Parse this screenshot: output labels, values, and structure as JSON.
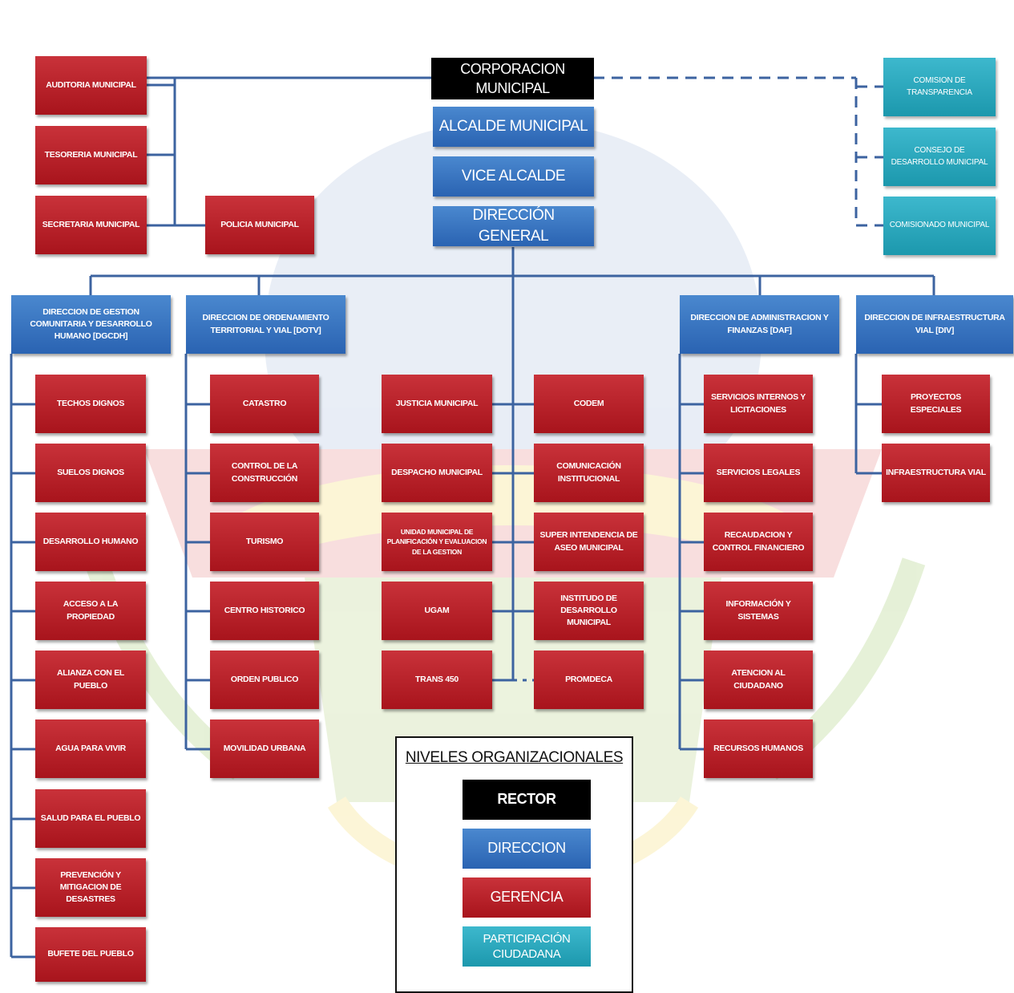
{
  "top": {
    "corporacion": "CORPORACION MUNICIPAL",
    "alcalde": "ALCALDE MUNICIPAL",
    "vice": "VICE ALCALDE",
    "direccion_general": "DIRECCIÓN GENERAL"
  },
  "left_units": {
    "auditoria": "AUDITORIA MUNICIPAL",
    "tesoreria": "TESORERIA MUNICIPAL",
    "secretaria": "SECRETARIA MUNICIPAL",
    "policia": "POLICIA MUNICIPAL"
  },
  "participation": {
    "transparencia": "COMISION DE TRANSPARENCIA",
    "consejo": "CONSEJO DE DESARROLLO MUNICIPAL",
    "comisionado": "COMISIONADO MUNICIPAL"
  },
  "directions": {
    "dgcdh": "DIRECCION DE GESTION COMUNITARIA Y DESARROLLO HUMANO [DGCDH]",
    "dotv": "DIRECCION DE ORDENAMIENTO TERRITORIAL Y VIAL [DOTV]",
    "daf": "DIRECCION DE ADMINISTRACION Y FINANZAS [DAF]",
    "div": "DIRECCION DE INFRAESTRUCTURA VIAL [DIV]"
  },
  "dgcdh_items": [
    "TECHOS DIGNOS",
    "SUELOS DIGNOS",
    "DESARROLLO HUMANO",
    "ACCESO A LA PROPIEDAD",
    "ALIANZA CON EL PUEBLO",
    "AGUA PARA VIVIR",
    "SALUD PARA EL PUEBLO",
    "PREVENCIÓN Y MITIGACION DE DESASTRES",
    "BUFETE DEL PUEBLO"
  ],
  "dotv_items": [
    "CATASTRO",
    "CONTROL DE LA CONSTRUCCIÓN",
    "TURISMO",
    "CENTRO HISTORICO",
    "ORDEN PUBLICO",
    "MOVILIDAD URBANA"
  ],
  "center_left": [
    "JUSTICIA MUNICIPAL",
    "DESPACHO MUNICIPAL",
    "UNIDAD MUNICIPAL DE PLANIFICACIÓN Y EVALUACION DE LA GESTION",
    "UGAM",
    "TRANS 450"
  ],
  "center_right": [
    "CODEM",
    "COMUNICACIÓN INSTITUCIONAL",
    "SUPER INTENDENCIA DE ASEO MUNICIPAL",
    "INSTITUDO DE DESARROLLO MUNICIPAL",
    "PROMDECA"
  ],
  "daf_items": [
    "SERVICIOS INTERNOS Y LICITACIONES",
    "SERVICIOS LEGALES",
    "RECAUDACION Y CONTROL FINANCIERO",
    "INFORMACIÓN Y SISTEMAS",
    "ATENCION AL CIUDADANO",
    "RECURSOS HUMANOS"
  ],
  "div_items": [
    "PROYECTOS ESPECIALES",
    "INFRAESTRUCTURA VIAL"
  ],
  "legend": {
    "title": "NIVELES ORGANIZACIONALES",
    "rector": "RECTOR",
    "direccion": "DIRECCION",
    "gerencia": "GERENCIA",
    "participacion": "PARTICIPACIÓN CIUDADANA"
  },
  "colors": {
    "rector": "#000000",
    "direccion": "#3574c0",
    "gerencia": "#b8202a",
    "participacion": "#2aa8bd",
    "connector": "#3c63a0"
  }
}
